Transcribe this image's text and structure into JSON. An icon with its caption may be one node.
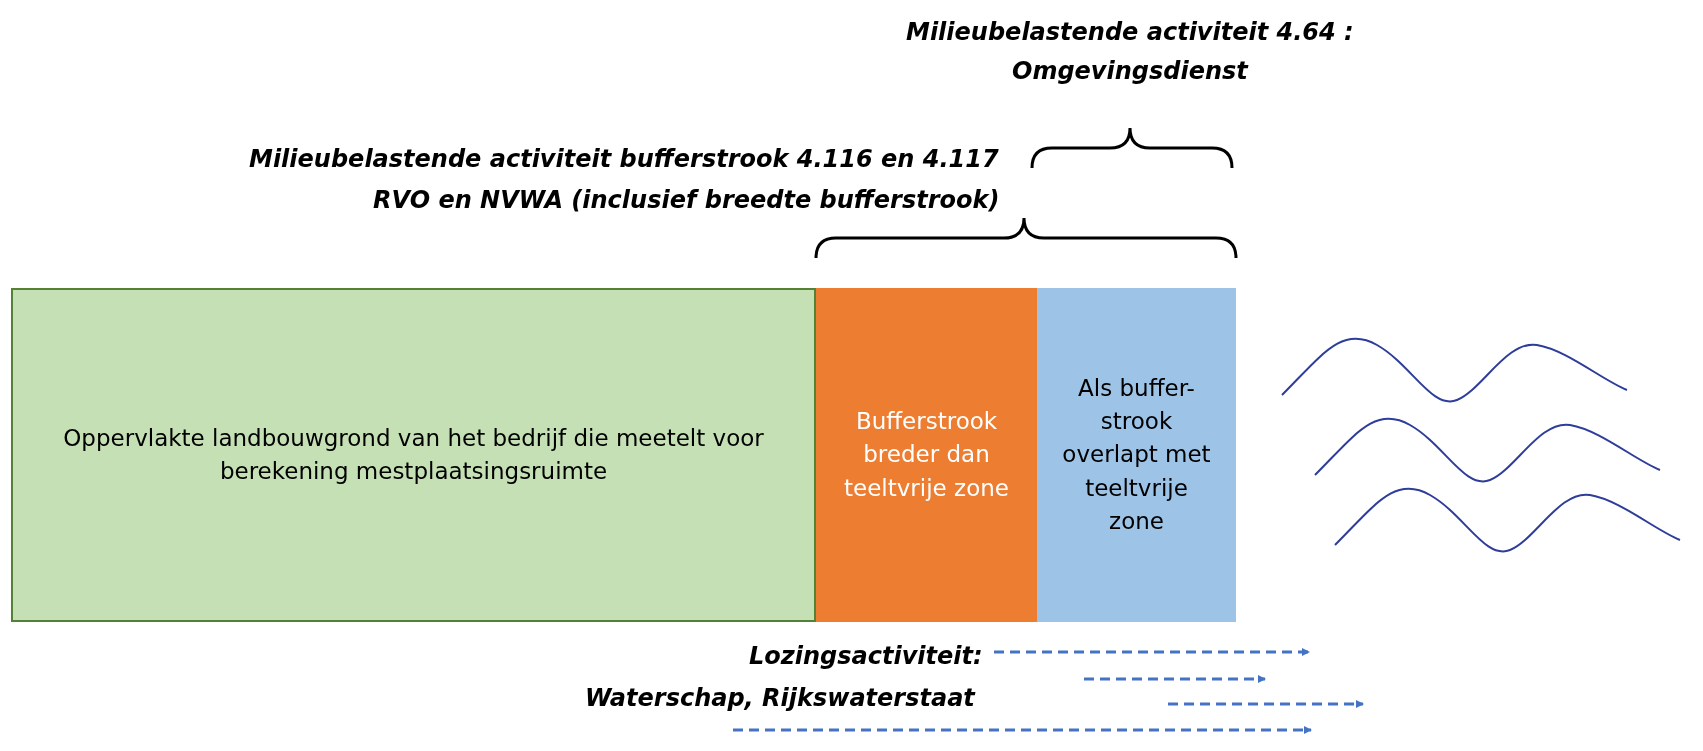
{
  "diagram": {
    "nodes": [
      {
        "text": [
          "Oppervlakte landbouwgrond van het bedrijf die meetelt voor berekening mestplaatsingsruimte"
        ]
      },
      {
        "text": [
          "Bufferstrook breder dan teeltvrije zone"
        ]
      },
      {
        "text": [
          "Als buffer-strook overlapt met teeltvrije zone"
        ]
      }
    ],
    "edges": [],
    "labels": [
      "Milieubelastende activiteit 4.64 :",
      "Omgevingsdienst",
      "Milieubelastende activiteit bufferstrook 4.116 en 4.117",
      "RVO en NVWA (inclusief breedte bufferstrook)",
      "Lozingsactiviteit:",
      "Waterschap, Rijkswaterstaat"
    ]
  }
}
